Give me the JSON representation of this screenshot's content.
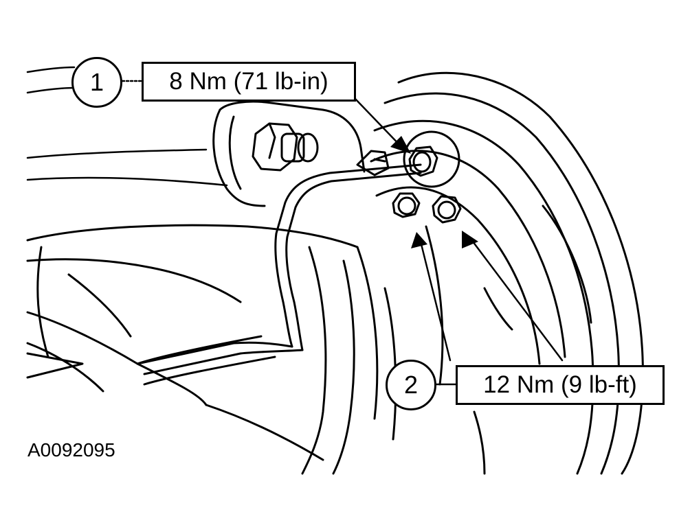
{
  "callouts": [
    {
      "number": "1",
      "torque": "8 Nm (71 lb-in)"
    },
    {
      "number": "2",
      "torque": "12 Nm (9 lb-ft)"
    }
  ],
  "figure_id": "A0092095",
  "colors": {
    "line": "#000000",
    "background": "#ffffff"
  }
}
